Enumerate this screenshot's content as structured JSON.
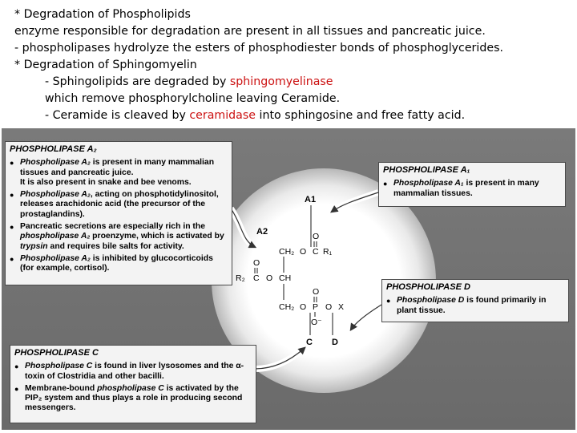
{
  "text": {
    "line1": "* Degradation of Phospholipids",
    "line2": "enzyme responsible for degradation are present in all tissues and pancreatic juice.",
    "line3": "- phospholipases hydrolyze the esters of phosphodiester bonds of phosphoglycerides.",
    "line4": "* Degradation of Sphingomyelin",
    "line5_pre": "- Sphingolipids are degraded by ",
    "line5_hl": "sphingomyelinase",
    "line6": "which remove phosphorylcholine leaving Ceramide.",
    "line7_pre": "- Ceramide is cleaved by ",
    "line7_hl": "ceramidase",
    "line7_post": " into sphingosine and free fatty acid."
  },
  "figure": {
    "box_a2": {
      "header": "PHOSPHOLIPASE A₂",
      "b1_em": "Phospholipase A₂",
      "b1_rest": " is present in many mammalian tissues and pancreatic juice.",
      "b1_extra": "It is also present in snake and bee venoms.",
      "b2_em": "Phospholipase A₂",
      "b2_rest": ", acting on phosphotidylinositol, releases arachidonic acid (the precursor of the prostaglandins).",
      "b3_a": "Pancreatic secretions are especially rich in the ",
      "b3_em": "phospholipase A₂",
      "b3_b": " proenzyme, which is activated by ",
      "b3_em2": "trypsin",
      "b3_c": " and requires bile salts for activity.",
      "b4_em": "Phospholipase A₂",
      "b4_rest": " is inhibited by glucocorticoids (for example, cortisol)."
    },
    "box_a1": {
      "header": "PHOSPHOLIPASE A₁",
      "b1_em": "Phospholipase A₁",
      "b1_rest": " is present in many mammalian tissues."
    },
    "box_d": {
      "header": "PHOSPHOLIPASE D",
      "b1_em": "Phospholipase D",
      "b1_rest": " is found primarily in plant tissue."
    },
    "box_c": {
      "header": "PHOSPHOLIPASE C",
      "b1_em": "Phospholipase C",
      "b1_rest": " is found in liver lysosomes and the α-toxin of Clostridia and other bacilli.",
      "b2_a": "Membrane-bound ",
      "b2_em": "phospholipase C",
      "b2_b": " is activated by the PIP₂ system and thus plays a role in producing second messengers."
    },
    "labels": {
      "a1": "A1",
      "a2": "A2",
      "c": "C",
      "d": "D",
      "ch2_top": "CH₂",
      "o1": "O",
      "c1": "C",
      "r1": "R₁",
      "o_dbl1": "O",
      "r2": "R₂",
      "c2": "C",
      "o2": "O",
      "ch": "CH",
      "o_dbl2": "O",
      "ch2_bot": "CH₂",
      "o3": "O",
      "p": "P",
      "o4": "O",
      "x": "X",
      "o_p_top": "O",
      "o_p_bot": "O⁻"
    }
  }
}
